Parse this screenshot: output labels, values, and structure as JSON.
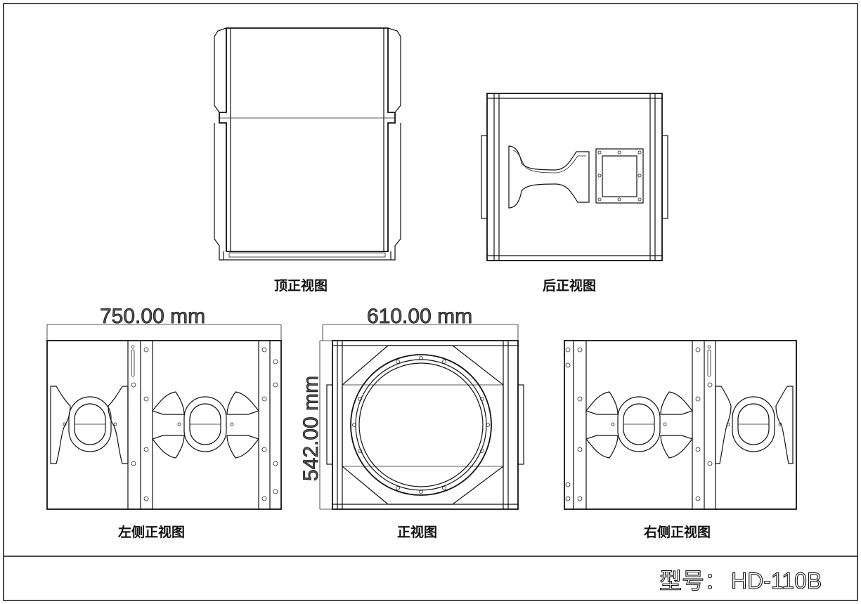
{
  "views": {
    "top": "顶正视图",
    "rear": "后正视图",
    "left_side": "左侧正视图",
    "front": "正视图",
    "right_side": "右侧正视图"
  },
  "dimensions": {
    "depth": "750.00 mm",
    "width": "610.00 mm",
    "height": "542.00 mm"
  },
  "title_block": {
    "model_label": "型号：",
    "model_value": "HD-110B"
  }
}
